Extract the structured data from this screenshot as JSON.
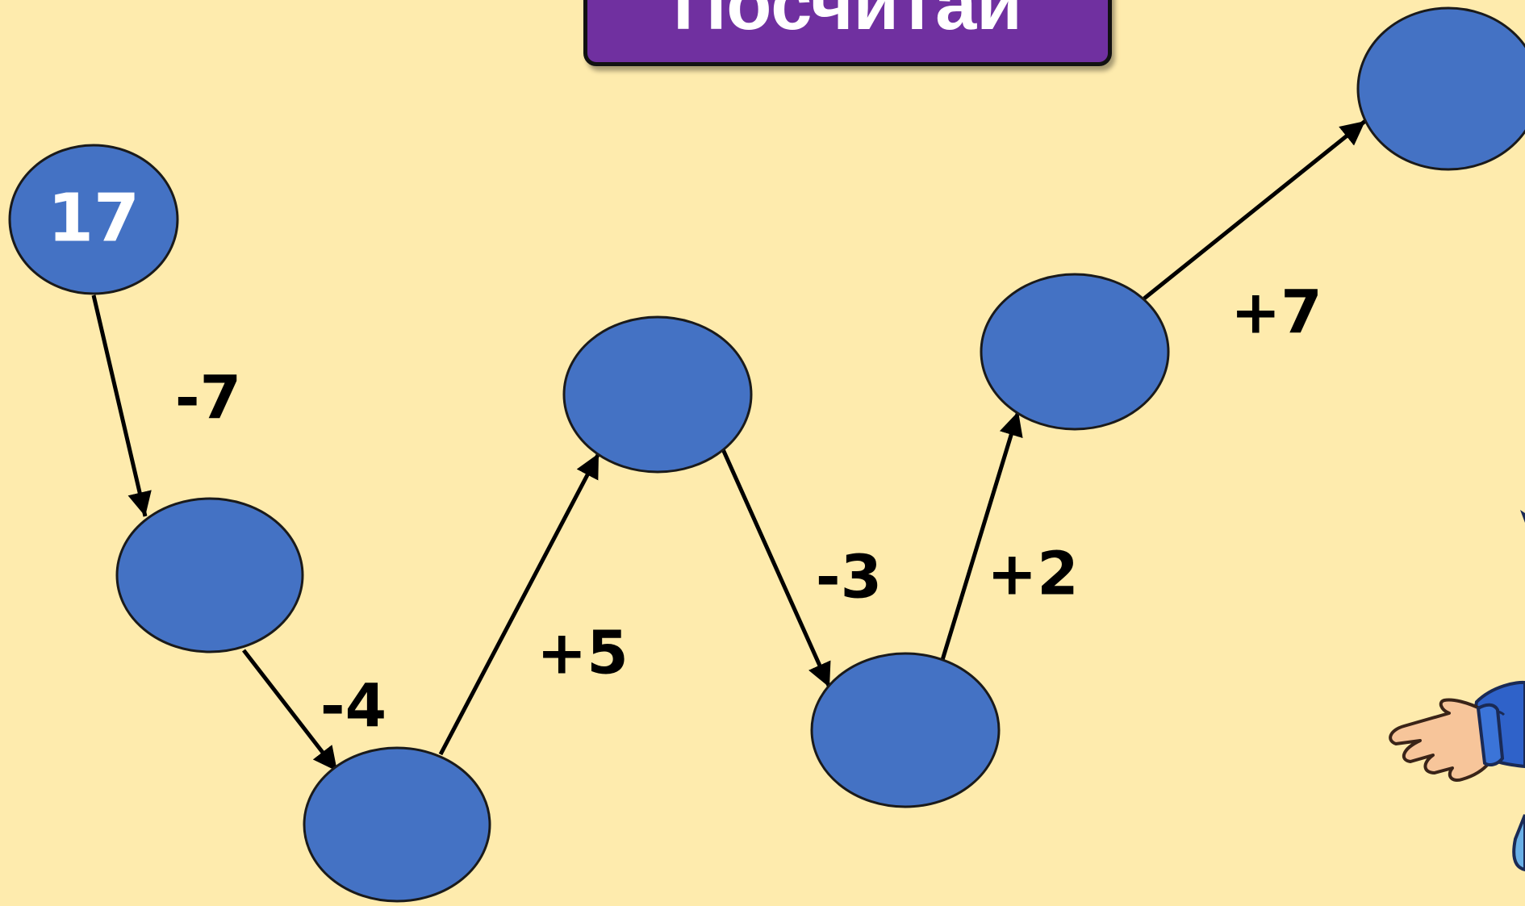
{
  "title": "Посчитай",
  "colors": {
    "background": "#FEEBAD",
    "title_box": "#7030A0",
    "node_fill": "#4472C4",
    "node_stroke": "#1a1a1a",
    "arrow": "#000000"
  },
  "nodes": [
    {
      "id": "n0",
      "value": "17"
    },
    {
      "id": "n1",
      "value": ""
    },
    {
      "id": "n2",
      "value": ""
    },
    {
      "id": "n3",
      "value": ""
    },
    {
      "id": "n4",
      "value": ""
    },
    {
      "id": "n5",
      "value": ""
    },
    {
      "id": "n6",
      "value": ""
    }
  ],
  "operations": [
    {
      "from": "n0",
      "to": "n1",
      "label": "-7"
    },
    {
      "from": "n1",
      "to": "n2",
      "label": "-4"
    },
    {
      "from": "n2",
      "to": "n3",
      "label": "+5"
    },
    {
      "from": "n3",
      "to": "n4",
      "label": "-3"
    },
    {
      "from": "n4",
      "to": "n5",
      "label": "+2"
    },
    {
      "from": "n5",
      "to": "n6",
      "label": "+7"
    }
  ],
  "decoration": {
    "character_icon": "pointing-hand-character-icon"
  }
}
